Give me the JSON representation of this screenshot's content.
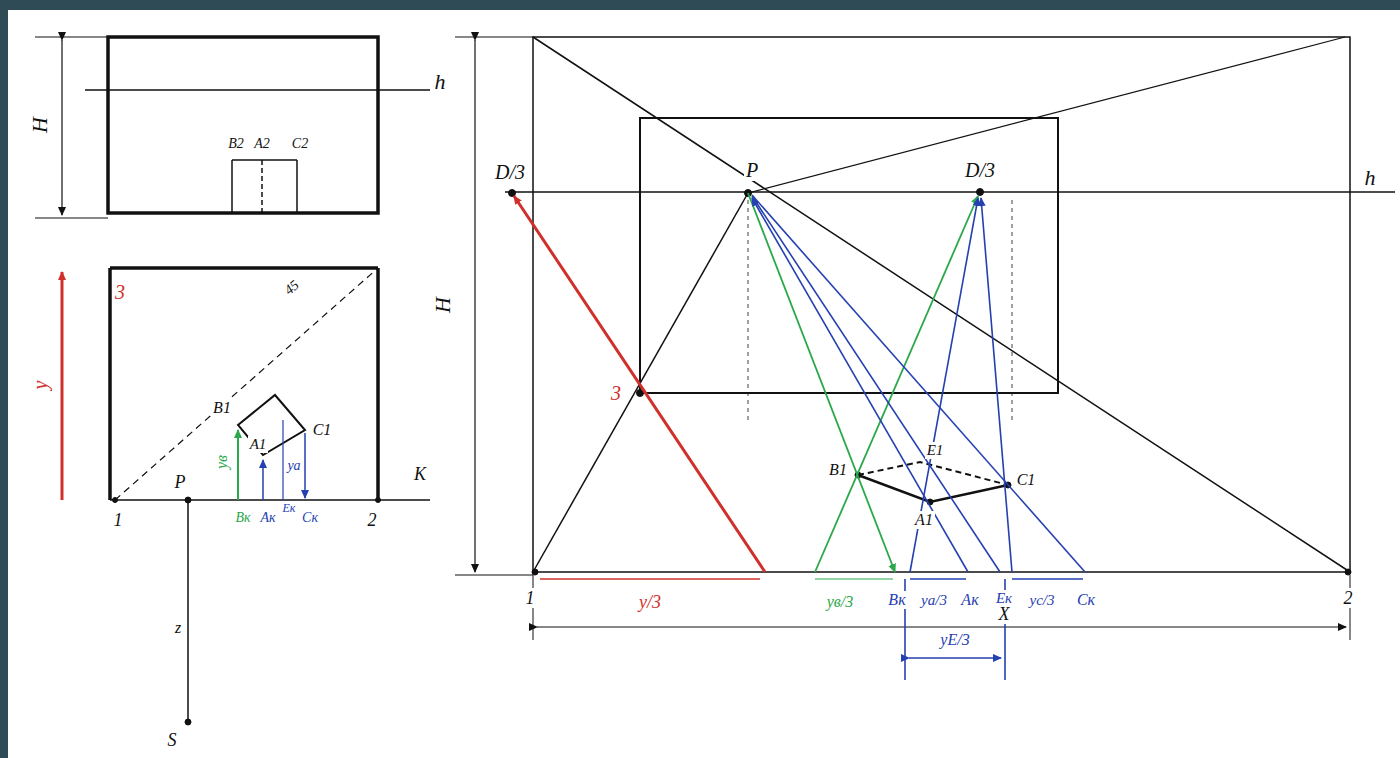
{
  "diagram": {
    "labels": [
      "H",
      "h",
      "B2",
      "A2",
      "C2",
      "3",
      "y",
      "45",
      "B1",
      "A1",
      "C1",
      "yв",
      "ya",
      "P",
      "K",
      "1",
      "2",
      "Bк",
      "Aк",
      "Eк",
      "Cк",
      "z",
      "S",
      "H",
      "h",
      "D/3",
      "P",
      "D/3",
      "3",
      "B1",
      "E1",
      "C1",
      "A1",
      "1",
      "y/3",
      "yв/3",
      "Bк",
      "ya/3",
      "Aк",
      "Eк",
      "yc/3",
      "Cк",
      "2",
      "X",
      "yE/3"
    ]
  }
}
